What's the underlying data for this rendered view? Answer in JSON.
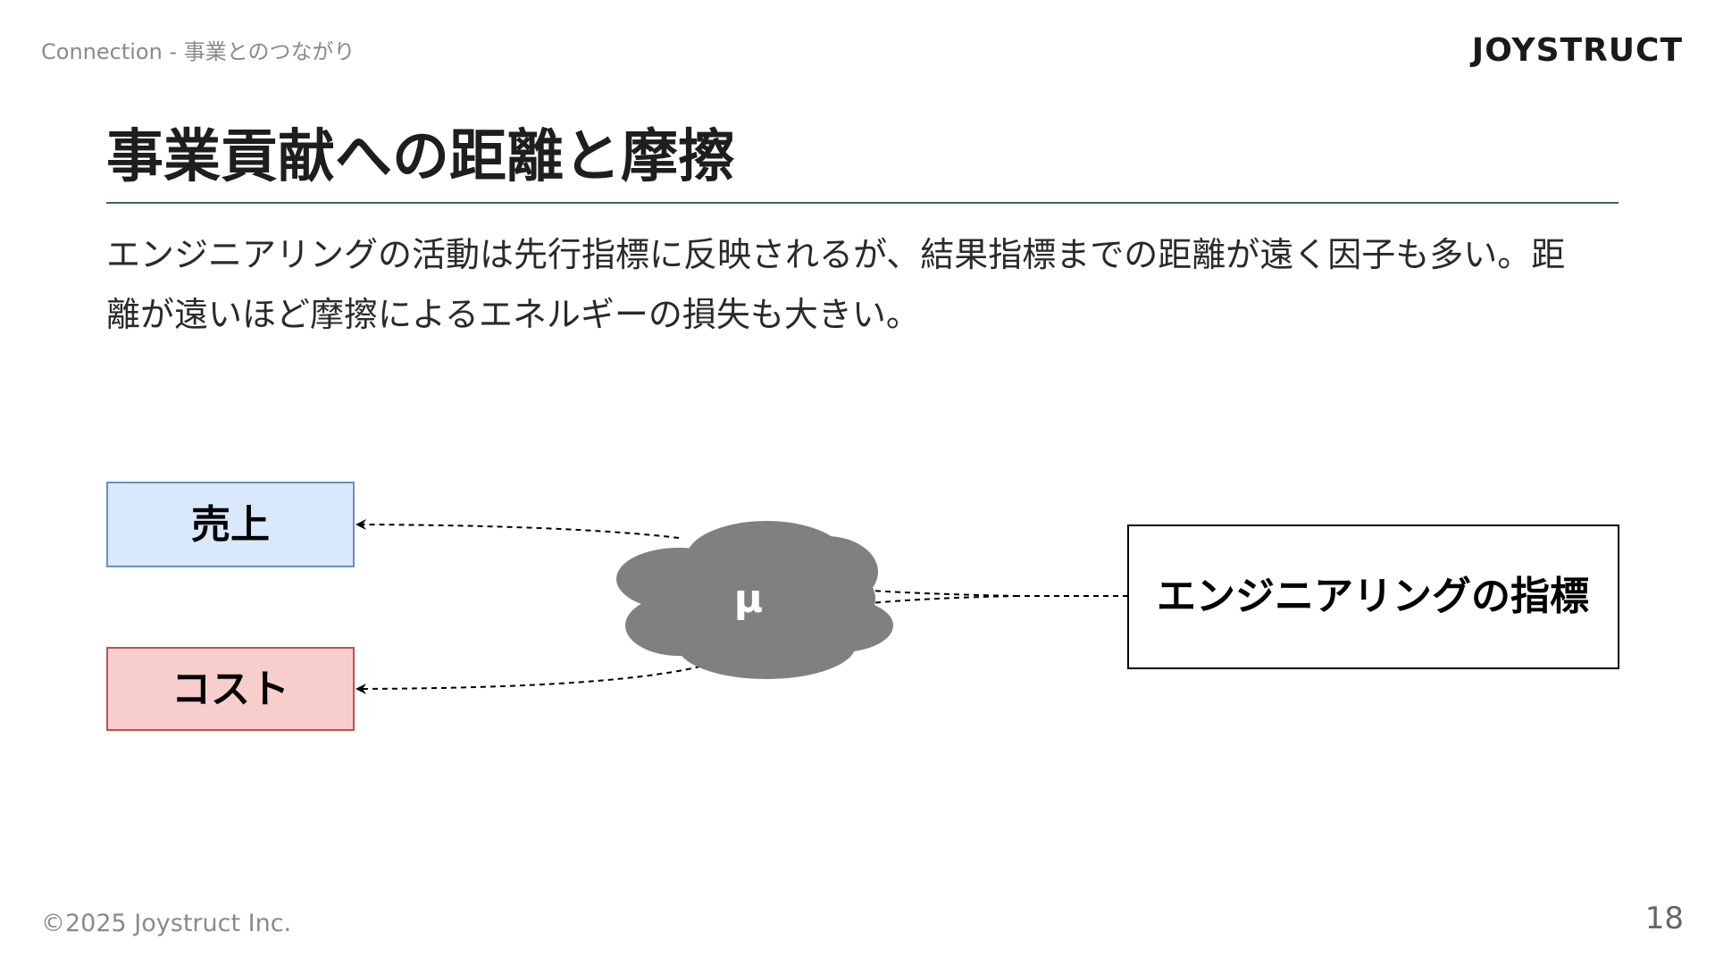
{
  "header": {
    "breadcrumb": "Connection - 事業とのつながり",
    "logo": "JOYSTRUCT"
  },
  "slide": {
    "title": "事業貢献への距離と摩擦",
    "body": "エンジニアリングの活動は先行指標に反映されるが、結果指標までの距離が遠く因子も多い。距離が遠いほど摩擦によるエネルギーの損失も大きい。"
  },
  "diagram": {
    "sales_label": "売上",
    "cost_label": "コスト",
    "cloud_label": "μ",
    "engineering_label": "エンジニアリングの指標",
    "colors": {
      "sales_fill": "#dae8fc",
      "sales_stroke": "#6c8ebf",
      "cost_fill": "#f8cecc",
      "cost_stroke": "#b85450",
      "cloud_fill": "#808080"
    }
  },
  "footer": {
    "copyright": "©2025 Joystruct Inc.",
    "page_number": "18"
  }
}
